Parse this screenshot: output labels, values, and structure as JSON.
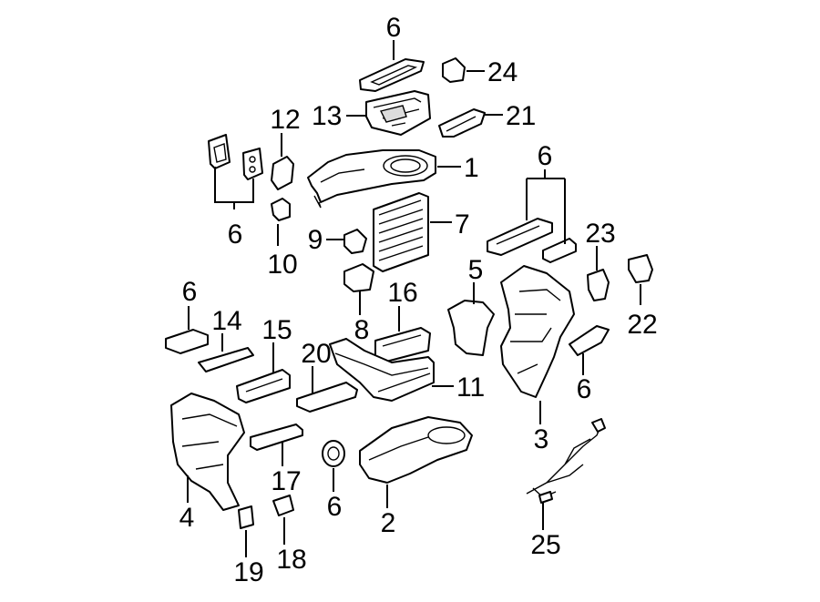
{
  "callouts": [
    {
      "id": "c6a",
      "text": "6"
    },
    {
      "id": "c24",
      "text": "24"
    },
    {
      "id": "c12",
      "text": "12"
    },
    {
      "id": "c13",
      "text": "13"
    },
    {
      "id": "c21",
      "text": "21"
    },
    {
      "id": "c1",
      "text": "1"
    },
    {
      "id": "c6b",
      "text": "6"
    },
    {
      "id": "c10",
      "text": "10"
    },
    {
      "id": "c9",
      "text": "9"
    },
    {
      "id": "c7",
      "text": "7"
    },
    {
      "id": "c6c",
      "text": "6"
    },
    {
      "id": "c23",
      "text": "23"
    },
    {
      "id": "c22",
      "text": "22"
    },
    {
      "id": "c5",
      "text": "5"
    },
    {
      "id": "c6d",
      "text": "6"
    },
    {
      "id": "c14",
      "text": "14"
    },
    {
      "id": "c15",
      "text": "15"
    },
    {
      "id": "c16",
      "text": "16"
    },
    {
      "id": "c8",
      "text": "8"
    },
    {
      "id": "c20",
      "text": "20"
    },
    {
      "id": "c11",
      "text": "11"
    },
    {
      "id": "c6e",
      "text": "6"
    },
    {
      "id": "c3",
      "text": "3"
    },
    {
      "id": "c4",
      "text": "4"
    },
    {
      "id": "c17",
      "text": "17"
    },
    {
      "id": "c6f",
      "text": "6"
    },
    {
      "id": "c2",
      "text": "2"
    },
    {
      "id": "c25",
      "text": "25"
    },
    {
      "id": "c19",
      "text": "19"
    },
    {
      "id": "c18",
      "text": "18"
    }
  ]
}
